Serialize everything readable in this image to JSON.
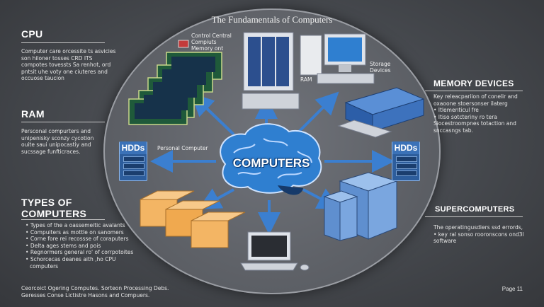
{
  "title": "The Fundamentals of Computers",
  "center_label": "COMPUTERS",
  "left": {
    "cpu": {
      "heading": "CPU",
      "lines": [
        "Computer care orcessite ts asvicies",
        "son hiloner tosses CRD ITS",
        "compotes tovessts Sa renhot, ord",
        "pntsit uhe voty one ciuteres and",
        "occuose taucion"
      ]
    },
    "ram": {
      "heading": "RAM",
      "lines": [
        "Persconal compurters and",
        "unipenisky sconzy cycotion",
        "ouite saui unipocastiy and",
        "sucssage funfticraces."
      ]
    },
    "types": {
      "heading_line1": "TYPES OF",
      "heading_line2": "COMPUTERS",
      "bullets": [
        "Types of the a oassemeitic avalants",
        "Compuiters as mottle on sanomers",
        "Corne fore rei recossse of coraputers",
        "Delta ages stems and pois",
        "Regnormers general ro' of corrpotoites",
        "Schorcecas deanes aith ,ho CPU"
      ],
      "tail": "computers"
    }
  },
  "right": {
    "memory": {
      "heading": "MEMORY DEVICES",
      "lines": [
        "Key releacpariion of conelir and",
        "oxaoone stoersonser ilaterg",
        "• Itlementicul fre",
        "• Itiso sotcteriny ro tera",
        "Siocestroompnes totaction and",
        "snccasngs tab."
      ]
    },
    "super": {
      "heading": "SUPERCOMPUTERS",
      "lines": [
        "The operatingusdiers ssd errords,",
        "• key ral sonso rooronscons ond3l",
        "software"
      ]
    }
  },
  "labels": {
    "control": [
      "Control Central",
      "Compiuts",
      "Memory ont"
    ],
    "storage": [
      "Storage",
      "Devices"
    ],
    "ram_small": "RAM",
    "personal": "Personal Computer",
    "hdd_left": "HDDs",
    "hdd_right": "HDDs"
  },
  "footer": {
    "line1": "Ceorcoict Ogering Computes. Sorteon Processing Debs.",
    "line2": "Geresses Conse Lictistre Hasons and Compuers.",
    "page": "Page 11"
  },
  "colors": {
    "brain": "#2f7fd0",
    "arrow": "#3b7fd0",
    "hdd": "#2d5d9c",
    "box": "#f3b564",
    "ram_board": "#1f5a3a"
  }
}
